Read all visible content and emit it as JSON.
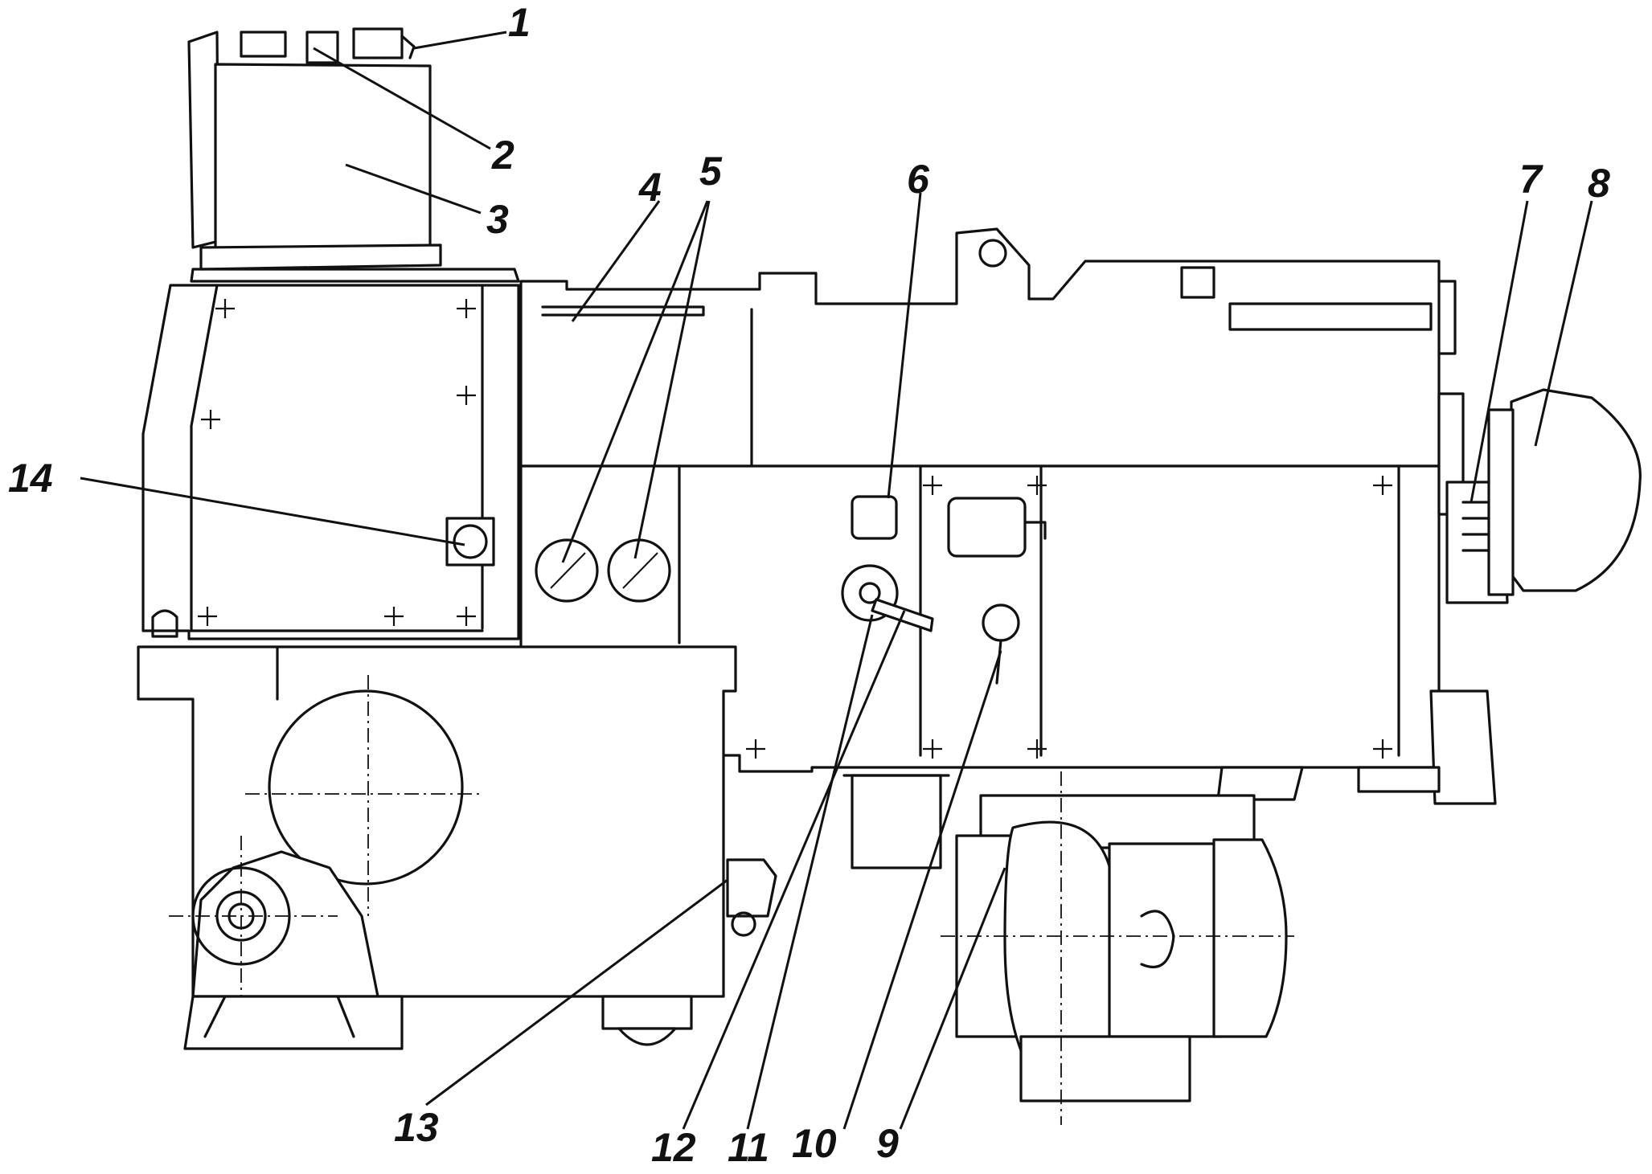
{
  "callouts": [
    {
      "id": "1",
      "text": "1"
    },
    {
      "id": "2",
      "text": "2"
    },
    {
      "id": "3",
      "text": "3"
    },
    {
      "id": "4",
      "text": "4"
    },
    {
      "id": "5",
      "text": "5"
    },
    {
      "id": "6",
      "text": "6"
    },
    {
      "id": "7",
      "text": "7"
    },
    {
      "id": "8",
      "text": "8"
    },
    {
      "id": "9",
      "text": "9"
    },
    {
      "id": "10",
      "text": "10"
    },
    {
      "id": "11",
      "text": "11"
    },
    {
      "id": "12",
      "text": "12"
    },
    {
      "id": "13",
      "text": "13"
    },
    {
      "id": "14",
      "text": "14"
    }
  ],
  "colors": {
    "ink": "#111111",
    "paper": "#ffffff"
  }
}
